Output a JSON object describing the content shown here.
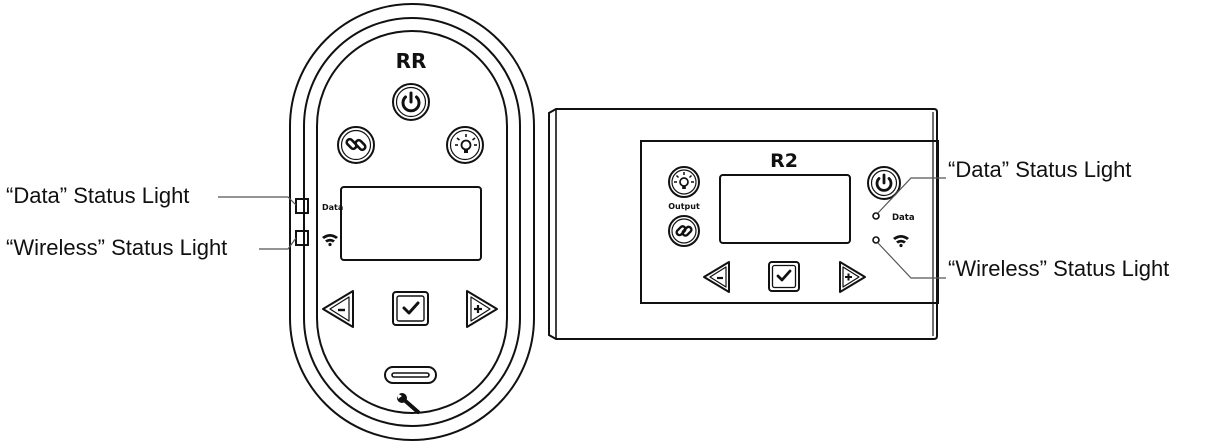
{
  "devices": [
    {
      "id": "rr",
      "model_label": "RR",
      "buttons": {
        "power": "power-icon",
        "link": "link-icon",
        "output": "lightbulb-icon",
        "left": "minus-arrow-icon",
        "select": "checkmark-icon",
        "right": "plus-arrow-icon",
        "service": "wrench-icon"
      },
      "indicators": {
        "data_label": "Data",
        "wireless_icon": "wifi-icon"
      }
    },
    {
      "id": "r2",
      "model_label": "R2",
      "output_label": "Output",
      "buttons": {
        "power": "power-icon",
        "link": "link-icon",
        "output": "lightbulb-icon",
        "left": "minus-arrow-icon",
        "select": "checkmark-icon",
        "right": "plus-arrow-icon"
      },
      "indicators": {
        "data_label": "Data",
        "wireless_icon": "wifi-icon"
      }
    }
  ],
  "callouts": {
    "rr_data": "“Data” Status Light",
    "rr_wireless": "“Wireless” Status Light",
    "r2_data": "“Data” Status Light",
    "r2_wireless": "“Wireless” Status Light"
  },
  "colors": {
    "line": "#111111",
    "leader": "#555555",
    "background": "#ffffff"
  }
}
